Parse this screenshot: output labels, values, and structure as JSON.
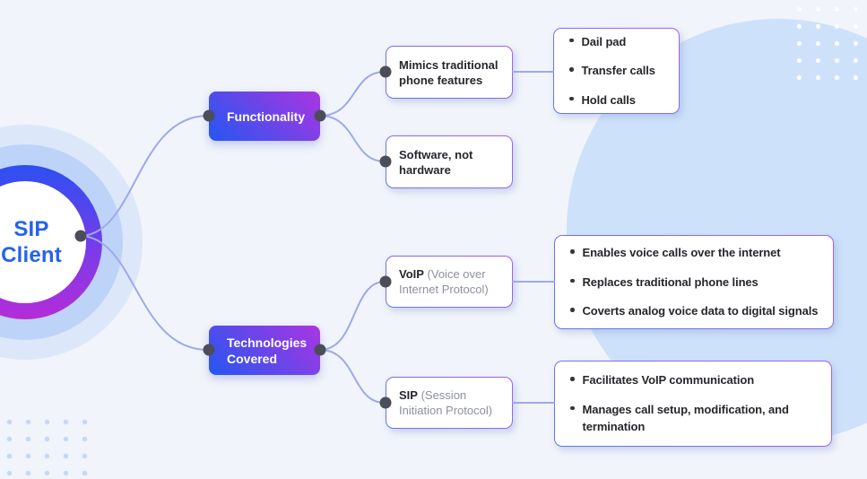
{
  "root": {
    "line1": "SIP",
    "line2": "Client"
  },
  "branches": [
    {
      "label": "Functionality",
      "children": [
        {
          "title_bold": "Mimics traditional phone features",
          "title_gray": "",
          "bullets": [
            "Dail pad",
            "Transfer calls",
            "Hold calls"
          ]
        },
        {
          "title_bold": "Software, not hardware",
          "title_gray": "",
          "bullets": []
        }
      ]
    },
    {
      "label": "Technologies Covered",
      "children": [
        {
          "title_bold": "VoIP",
          "title_gray": " (Voice over Internet Protocol)",
          "bullets": [
            "Enables voice calls over the internet",
            "Replaces traditional phone lines",
            "Coverts analog voice data to digital signals"
          ]
        },
        {
          "title_bold": "SIP",
          "title_gray": " (Session Initiation Protocol)",
          "bullets": [
            "Facilitates VoIP communication",
            "Manages call setup, modification, and termination"
          ]
        }
      ]
    }
  ],
  "colors": {
    "background": "#f1f4fa",
    "node_gradient_start": "#2457f0",
    "node_gradient_end": "#ab35e2",
    "border_gradient_start": "#5f78f2",
    "border_gradient_end": "#a95ef0",
    "connector_line": "#9ea9e9",
    "anchor_dot": "#4b4e57",
    "big_circle": "#cde1fa",
    "title_text": "#26272c",
    "muted_text": "#8d919c",
    "root_text": "#2563ed"
  }
}
